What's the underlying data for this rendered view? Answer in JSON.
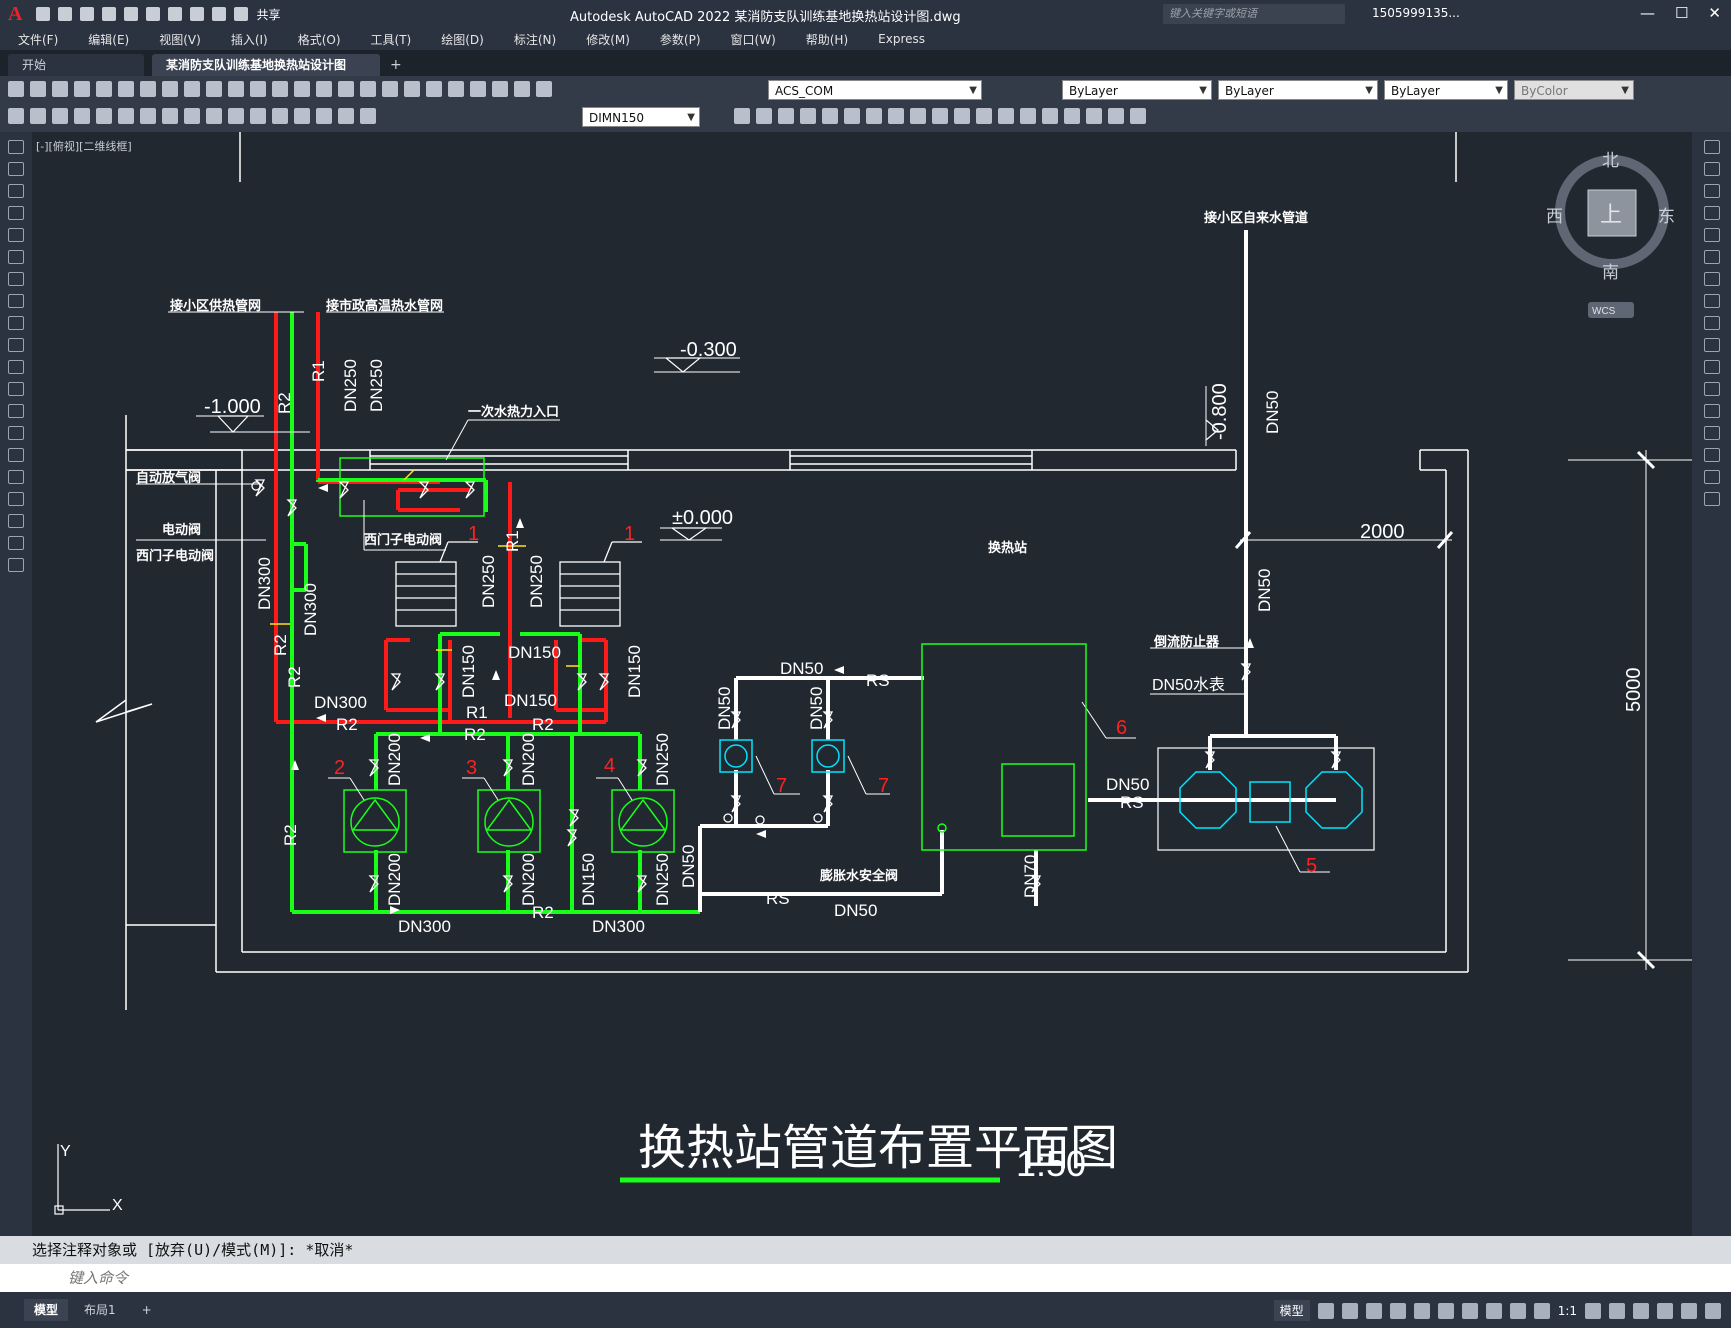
{
  "app": {
    "logo": "A",
    "share": "共享",
    "title": "Autodesk AutoCAD 2022    某消防支队训练基地换热站设计图.dwg",
    "search_placeholder": "键入关键字或短语",
    "user": "1505999135...",
    "window_controls": {
      "min": "—",
      "max": "☐",
      "close": "✕"
    }
  },
  "menu": [
    "文件(F)",
    "编辑(E)",
    "视图(V)",
    "插入(I)",
    "格式(O)",
    "工具(T)",
    "绘图(D)",
    "标注(N)",
    "修改(M)",
    "参数(P)",
    "窗口(W)",
    "帮助(H)",
    "Express"
  ],
  "tabs": {
    "start": "开始",
    "drawing": "某消防支队训练基地换热站设计图*",
    "close": "✕",
    "add": "+"
  },
  "ribbon": {
    "layer": "ACS_COM",
    "color": "ByLayer",
    "linetype": "ByLayer",
    "lineweight": "ByLayer",
    "plotstyle": "ByColor",
    "dimstyle": "DIMN150"
  },
  "viewport": {
    "label": "[-][俯视][二维线框]"
  },
  "viewcube": {
    "north": "北",
    "south": "南",
    "east": "东",
    "west": "西",
    "top": "上",
    "wcs": "WCS"
  },
  "drawing": {
    "title": "换热站管道布置平面图",
    "scale": "1:50",
    "labels": {
      "supply_net": "接小区供热管网",
      "return_net": "接市政高温热水管网",
      "water_main": "接小区自来水管道",
      "primary_inlet": "一次水热力入口",
      "auto_vent": "自动放气阀",
      "motor_valve": "电动阀",
      "electric_valve_left": "西门子电动阀",
      "electric_valve_mid": "西门子电动阀",
      "station": "换热站",
      "backflow": "倒流防止器",
      "water_meter": "DN50水表",
      "safety_valve": "膨胀水安全阀"
    },
    "elevations": {
      "e1": "-1.000",
      "e2": "-0.300",
      "e3": "±0.000",
      "e4": "-0.800"
    },
    "dims": {
      "d2000": "2000",
      "d5000": "5000"
    },
    "pipes": {
      "r1": "R1",
      "r2": "R2",
      "rs": "RS",
      "dn250": "DN250",
      "dn300": "DN300",
      "dn150": "DN150",
      "dn200": "DN200",
      "dn50": "DN50",
      "dn70": "DN70"
    },
    "callouts": {
      "c1": "1",
      "c2": "2",
      "c3": "3",
      "c4": "4",
      "c5": "5",
      "c6": "6",
      "c7": "7"
    }
  },
  "colors": {
    "red_pipe": "#ff1a1a",
    "green_pipe": "#1aff1a",
    "white_line": "#ffffff",
    "cyan": "#00e5ff",
    "callout": "#ff2020",
    "title_underline": "#1aff1a"
  },
  "command": {
    "history": "选择注释对象或 [放弃(U)/模式(M)]: *取消*",
    "placeholder": "键入命令"
  },
  "status": {
    "model": "模型",
    "layout1": "布局1",
    "add": "+",
    "model_btn": "模型",
    "scale": "1:1"
  }
}
